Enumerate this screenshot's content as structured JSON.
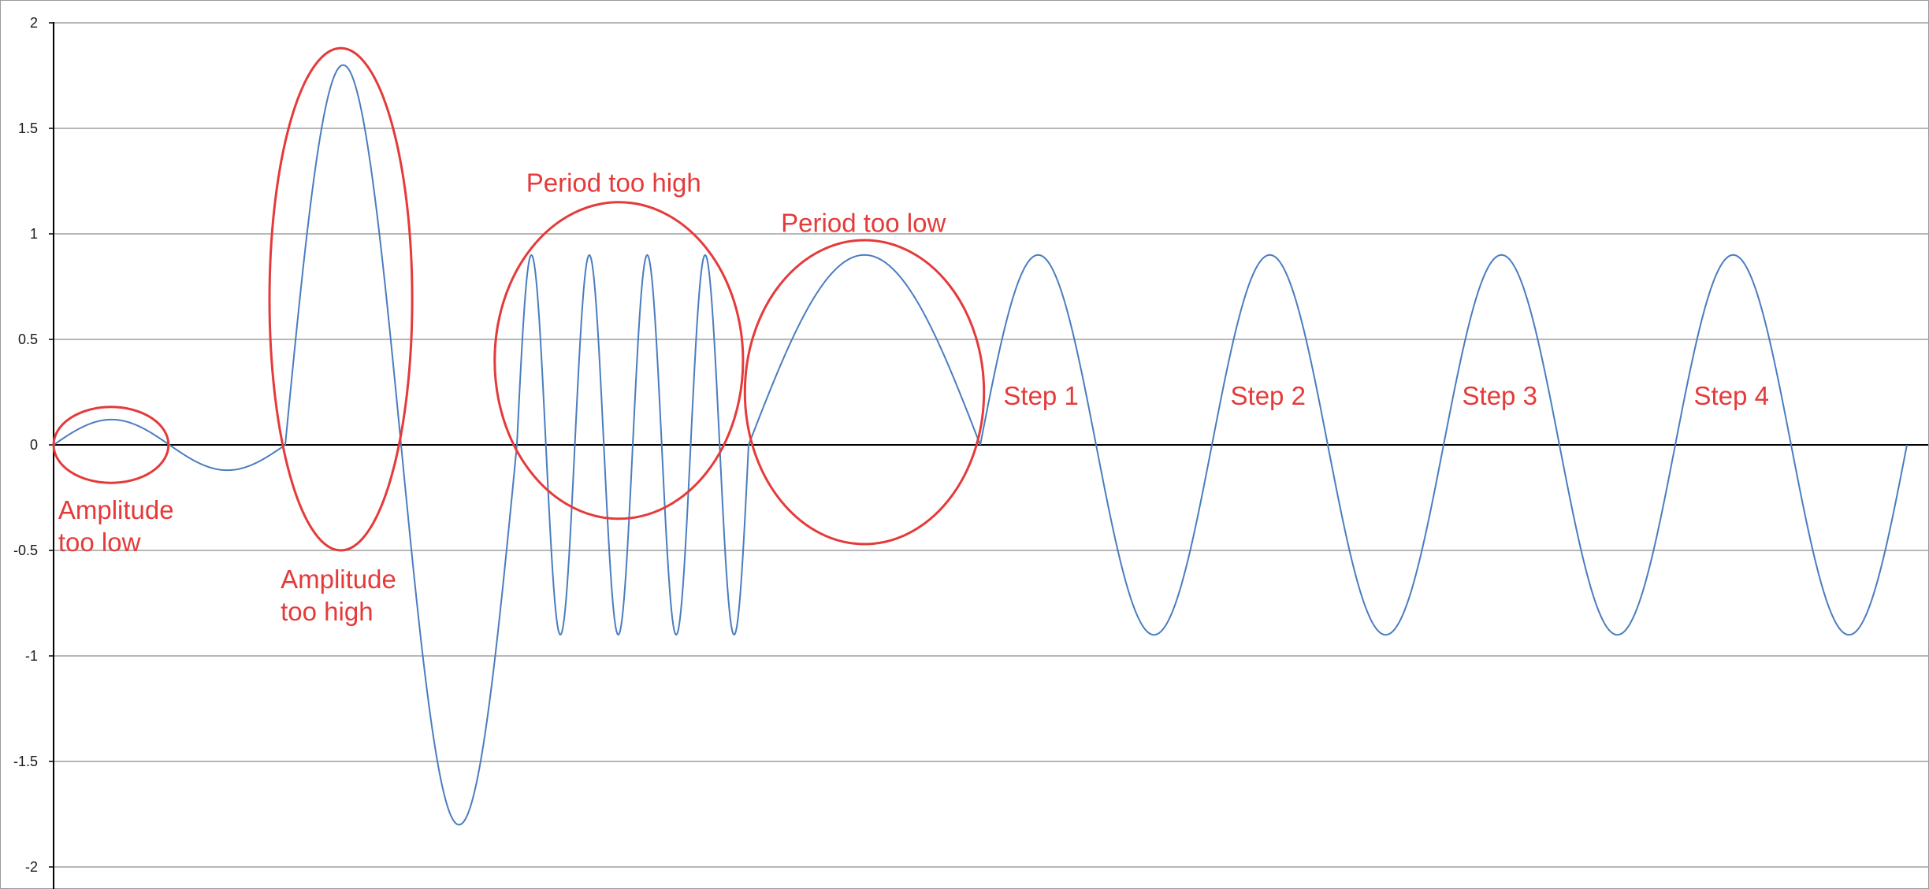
{
  "chart_data": {
    "type": "line",
    "title": "",
    "xlabel": "",
    "ylabel": "",
    "ylim": [
      -2,
      2
    ],
    "xlim": [
      0,
      2.0
    ],
    "y_ticks": [
      2,
      1.5,
      1,
      0.5,
      0,
      -0.5,
      -1,
      -1.5,
      -2
    ],
    "y_tick_labels": [
      "2",
      "1.5",
      "1",
      "0.5",
      "0",
      "-0.5",
      "-1",
      "-1.5",
      "-2"
    ],
    "grid": "horizontal",
    "series_color": "#4a7dbf",
    "annotation_color": "#e53a3a",
    "segments": [
      {
        "id": "amp-low",
        "x_start": 0.0,
        "x_end": 0.25,
        "amplitude": 0.12,
        "cycles": 1
      },
      {
        "id": "amp-high",
        "x_start": 0.25,
        "x_end": 0.5,
        "amplitude": 1.8,
        "cycles": 1
      },
      {
        "id": "period-high",
        "x_start": 0.5,
        "x_end": 0.75,
        "amplitude": 0.9,
        "cycles": 4
      },
      {
        "id": "period-low",
        "x_start": 0.75,
        "x_end": 1.0,
        "amplitude": 0.9,
        "cycles": 0.5
      },
      {
        "id": "step-1",
        "x_start": 1.0,
        "x_end": 1.25,
        "amplitude": 0.9,
        "cycles": 1
      },
      {
        "id": "step-2",
        "x_start": 1.25,
        "x_end": 1.5,
        "amplitude": 0.9,
        "cycles": 1
      },
      {
        "id": "step-3",
        "x_start": 1.5,
        "x_end": 1.75,
        "amplitude": 0.9,
        "cycles": 1
      },
      {
        "id": "step-4",
        "x_start": 1.75,
        "x_end": 2.0,
        "amplitude": 0.9,
        "cycles": 1
      }
    ],
    "annotations": [
      {
        "id": "amplitude-too-low",
        "lines": [
          "Amplitude",
          "too low"
        ],
        "anchor_x": 0.005,
        "anchor_y": -0.35,
        "ellipse": {
          "cx": 0.062,
          "cy": 0.0,
          "rx": 0.062,
          "ry": 0.18
        }
      },
      {
        "id": "amplitude-too-high",
        "lines": [
          "Amplitude",
          "too high"
        ],
        "anchor_x": 0.245,
        "anchor_y": -0.68,
        "ellipse": {
          "cx": 0.31,
          "cy": 0.69,
          "rx": 0.077,
          "ry": 1.19
        }
      },
      {
        "id": "period-too-high",
        "lines": [
          "Period too high"
        ],
        "anchor_x": 0.51,
        "anchor_y": 1.2,
        "ellipse": {
          "cx": 0.61,
          "cy": 0.4,
          "rx": 0.134,
          "ry": 0.75
        }
      },
      {
        "id": "period-too-low",
        "lines": [
          "Period too low"
        ],
        "anchor_x": 0.785,
        "anchor_y": 1.01,
        "ellipse": {
          "cx": 0.875,
          "cy": 0.25,
          "rx": 0.129,
          "ry": 0.72
        }
      },
      {
        "id": "step-1",
        "lines": [
          "Step 1"
        ],
        "anchor_x": 1.025,
        "anchor_y": 0.19,
        "ellipse": null
      },
      {
        "id": "step-2",
        "lines": [
          "Step 2"
        ],
        "anchor_x": 1.27,
        "anchor_y": 0.19,
        "ellipse": null
      },
      {
        "id": "step-3",
        "lines": [
          "Step 3"
        ],
        "anchor_x": 1.52,
        "anchor_y": 0.19,
        "ellipse": null
      },
      {
        "id": "step-4",
        "lines": [
          "Step 4"
        ],
        "anchor_x": 1.77,
        "anchor_y": 0.19,
        "ellipse": null
      }
    ]
  }
}
